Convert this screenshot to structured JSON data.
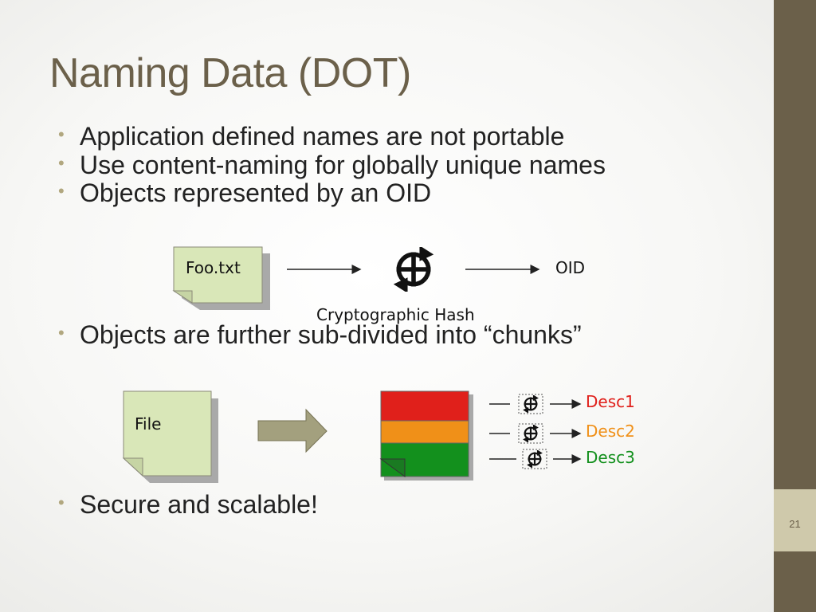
{
  "slide": {
    "title": "Naming Data (DOT)",
    "page_number": "21",
    "bullets": [
      "Application defined names are not portable",
      "Use content-naming for globally unique names",
      "Objects represented by an OID",
      "Objects are further sub-divided into “chunks”",
      "Secure and scalable!"
    ]
  },
  "diagram_top": {
    "file_label": "Foo.txt",
    "hash_label": "Cryptographic Hash",
    "output_label": "OID"
  },
  "diagram_bottom": {
    "file_label": "File",
    "chunks": [
      {
        "label": "Desc1",
        "color": "#e0201b"
      },
      {
        "label": "Desc2",
        "color": "#f09018"
      },
      {
        "label": "Desc3",
        "color": "#13901d"
      }
    ]
  },
  "colors": {
    "accent": "#6b604a",
    "page_box": "#cfc9ab",
    "note_fill": "#d9e7b8",
    "bullet": "#b1a77f"
  }
}
